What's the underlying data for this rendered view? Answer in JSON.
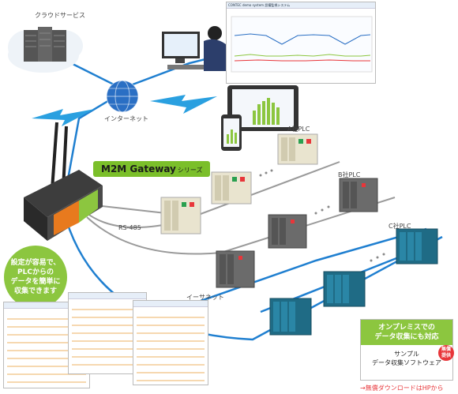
{
  "labels": {
    "cloud": "クラウドサービス",
    "internet": "インターネット",
    "rs485": "RS-485",
    "ethernet": "イーサネット",
    "plc_a": "A社PLC",
    "plc_b": "B社PLC",
    "plc_c": "C社PLC"
  },
  "monitor": {
    "title": "CONTEC demo system 設備監視システム"
  },
  "gateway": {
    "name": "M2M Gateway",
    "series": "シリーズ"
  },
  "bubble": {
    "line1": "設定が容易で、",
    "line2": "PLCからの",
    "line3": "データを簡単に",
    "line4": "収集できます"
  },
  "promo": {
    "headline1": "オンプレミスでの",
    "headline2": "データ収集にも対応",
    "product1": "サンプル",
    "product2": "データ収集ソフトウェア",
    "badge1": "無償",
    "badge2": "提供"
  },
  "download": "→無償ダウンロードはHPから",
  "colors": {
    "line_blue": "#1f7fd0",
    "line_gray": "#9a9a9a",
    "green": "#8cc63f",
    "red": "#e8363a"
  }
}
